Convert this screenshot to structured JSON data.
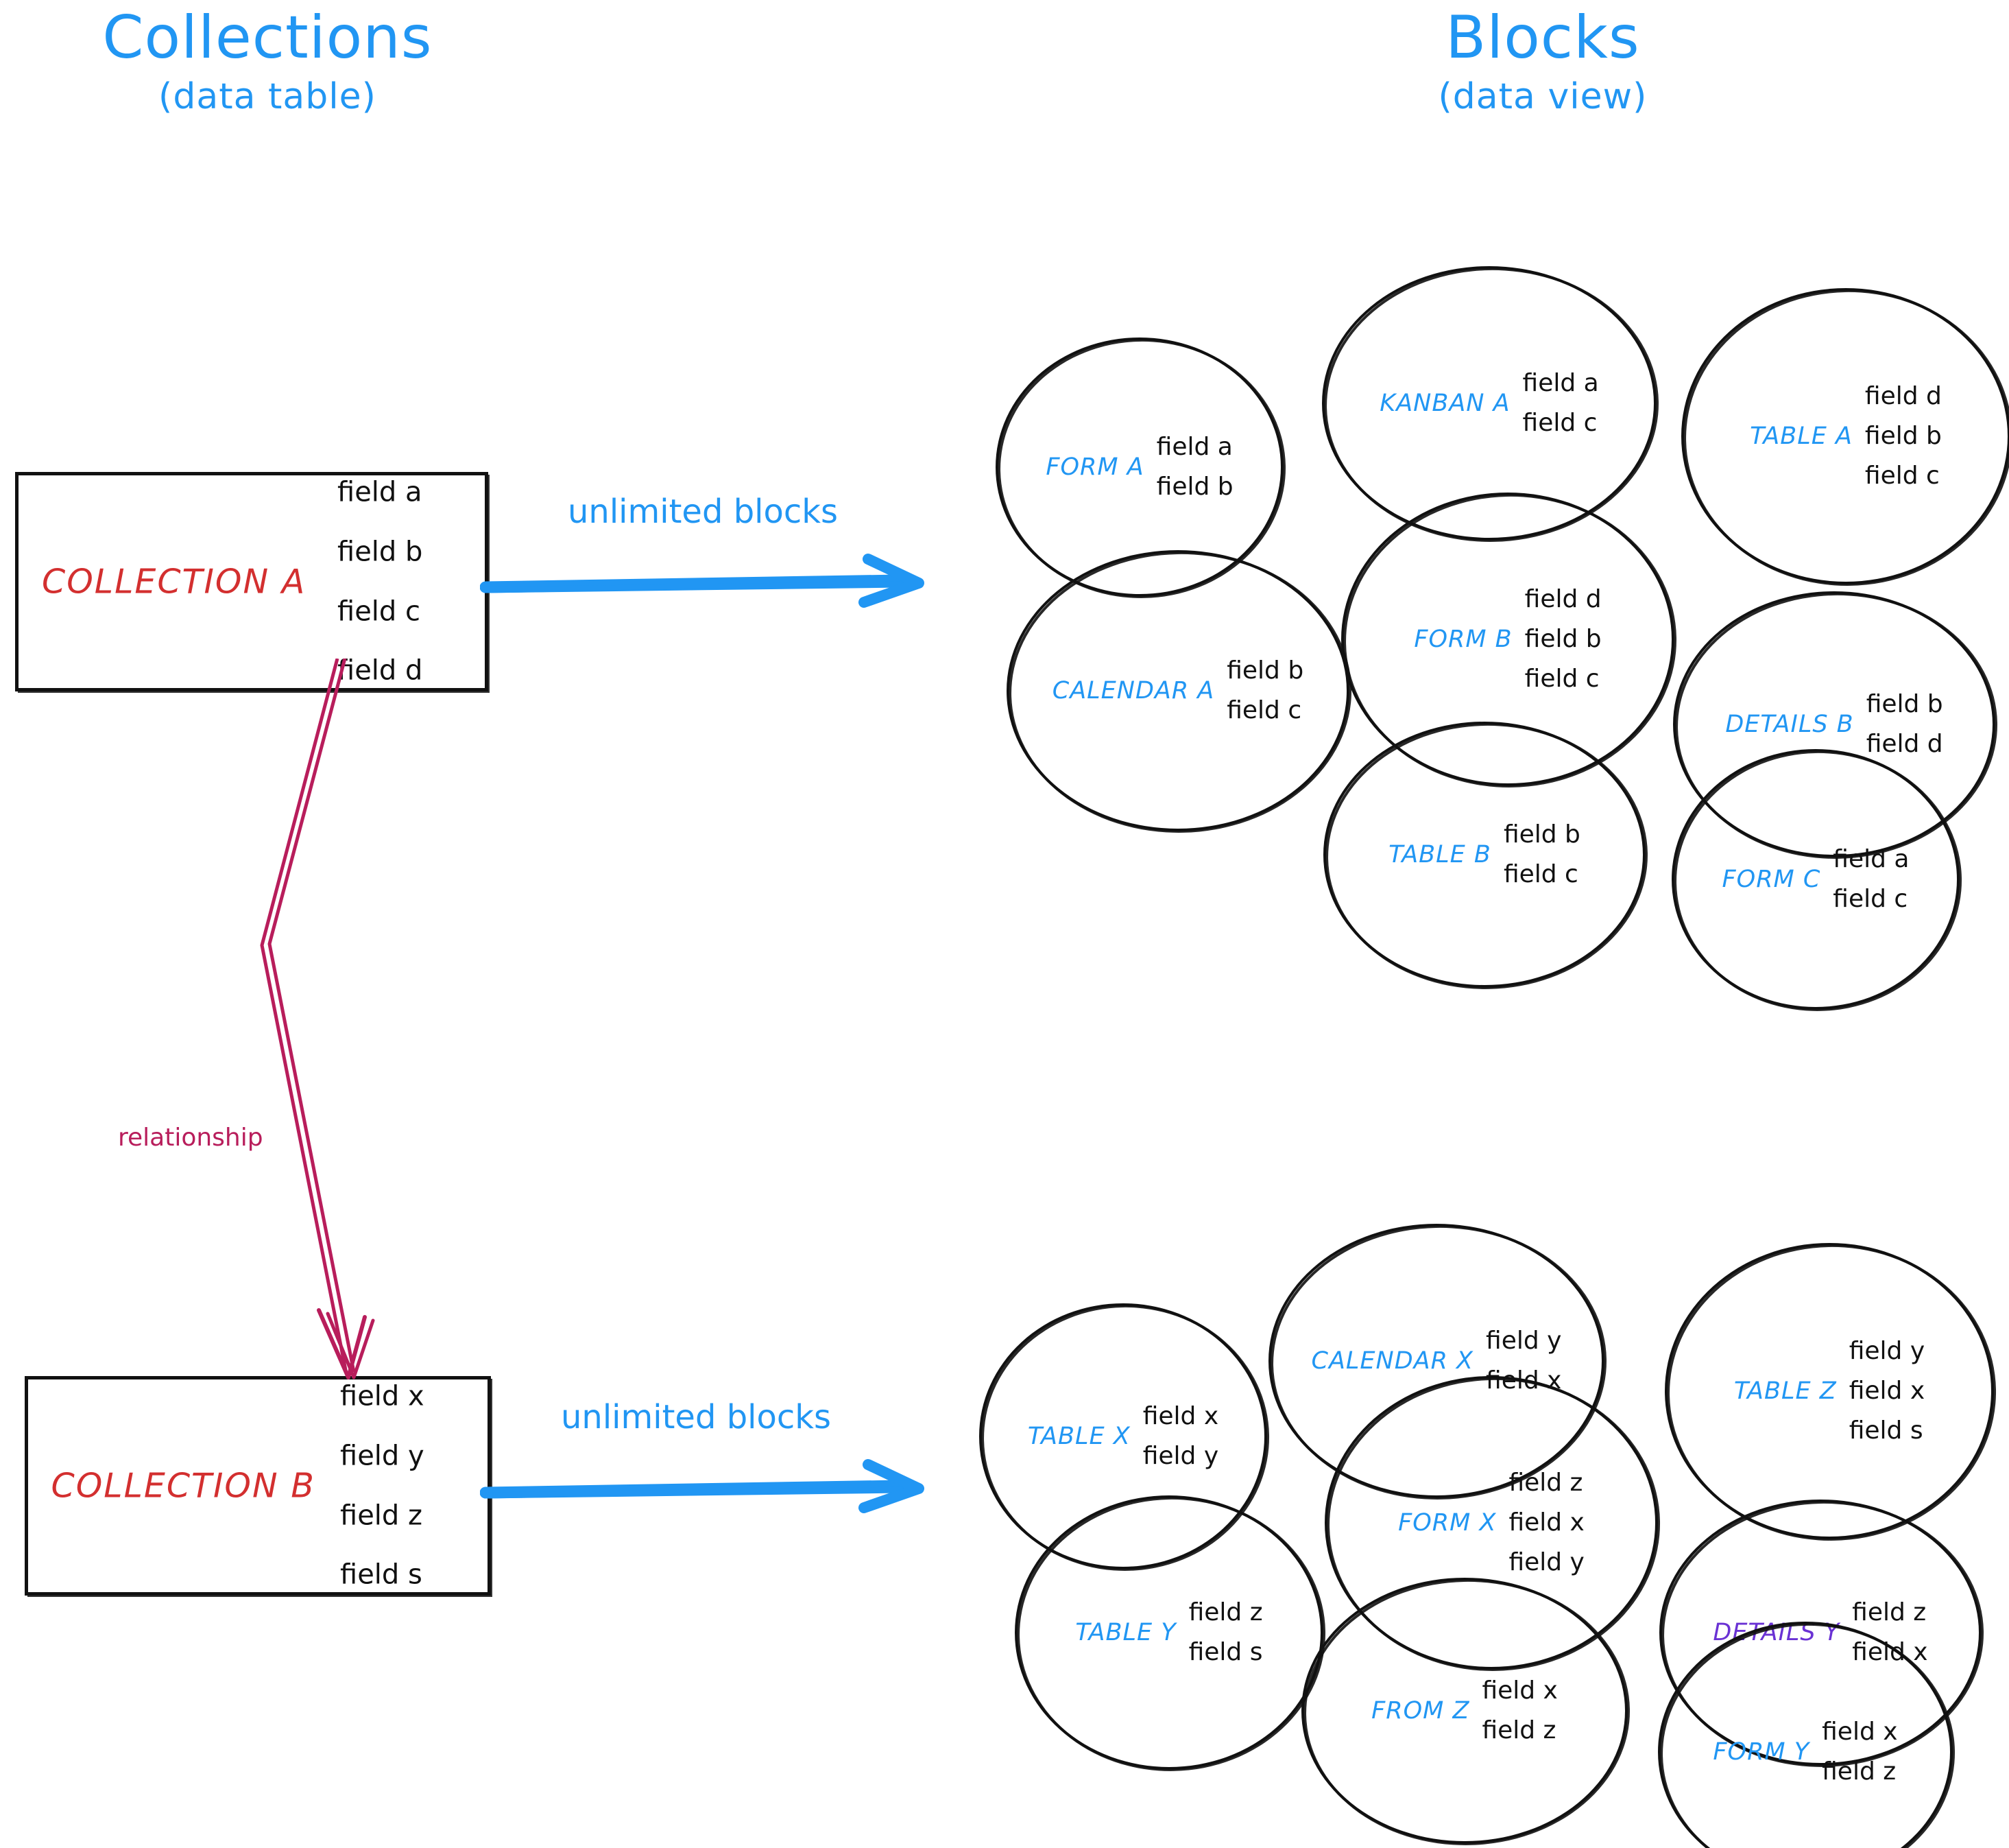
{
  "titles": {
    "left": {
      "main": "Collections",
      "sub": "(data table)"
    },
    "right": {
      "main": "Blocks",
      "sub": "(data view)"
    }
  },
  "colors": {
    "accent_blue": "#2196f3",
    "collection_red": "#d32f2f",
    "relationship_crimson": "#b81d5b",
    "details_purple": "#6a32d4",
    "stroke_black": "#111111"
  },
  "collections": [
    {
      "name": "COLLECTION A",
      "fields": [
        "field a",
        "field b",
        "field c",
        "field d"
      ],
      "arrow_label": "unlimited blocks"
    },
    {
      "name": "COLLECTION B",
      "fields": [
        "field x",
        "field y",
        "field z",
        "field s"
      ],
      "arrow_label": "unlimited blocks"
    }
  ],
  "relationship": {
    "label": "relationship"
  },
  "blocks_a": [
    {
      "name": "FORM A",
      "fields": [
        "field a",
        "field b"
      ]
    },
    {
      "name": "KANBAN A",
      "fields": [
        "field a",
        "field c"
      ]
    },
    {
      "name": "TABLE A",
      "fields": [
        "field d",
        "field b",
        "field c"
      ]
    },
    {
      "name": "CALENDAR A",
      "fields": [
        "field b",
        "field c"
      ]
    },
    {
      "name": "FORM B",
      "fields": [
        "field d",
        "field b",
        "field c"
      ]
    },
    {
      "name": "DETAILS B",
      "fields": [
        "field b",
        "field d"
      ]
    },
    {
      "name": "TABLE B",
      "fields": [
        "field b",
        "field c"
      ]
    },
    {
      "name": "FORM C",
      "fields": [
        "field a",
        "field c"
      ]
    }
  ],
  "blocks_b": [
    {
      "name": "TABLE X",
      "fields": [
        "field x",
        "field y"
      ]
    },
    {
      "name": "CALENDAR X",
      "fields": [
        "field y",
        "field x"
      ]
    },
    {
      "name": "TABLE Z",
      "fields": [
        "field y",
        "field x",
        "field s"
      ]
    },
    {
      "name": "TABLE Y",
      "fields": [
        "field z",
        "field s"
      ]
    },
    {
      "name": "FORM X",
      "fields": [
        "field z",
        "field x",
        "field y"
      ]
    },
    {
      "name": "DETAILS Y",
      "fields": [
        "field z",
        "field x"
      ]
    },
    {
      "name": "FROM Z",
      "fields": [
        "field x",
        "field z"
      ]
    },
    {
      "name": "FORM Y",
      "fields": [
        "field x",
        "field z"
      ]
    }
  ]
}
